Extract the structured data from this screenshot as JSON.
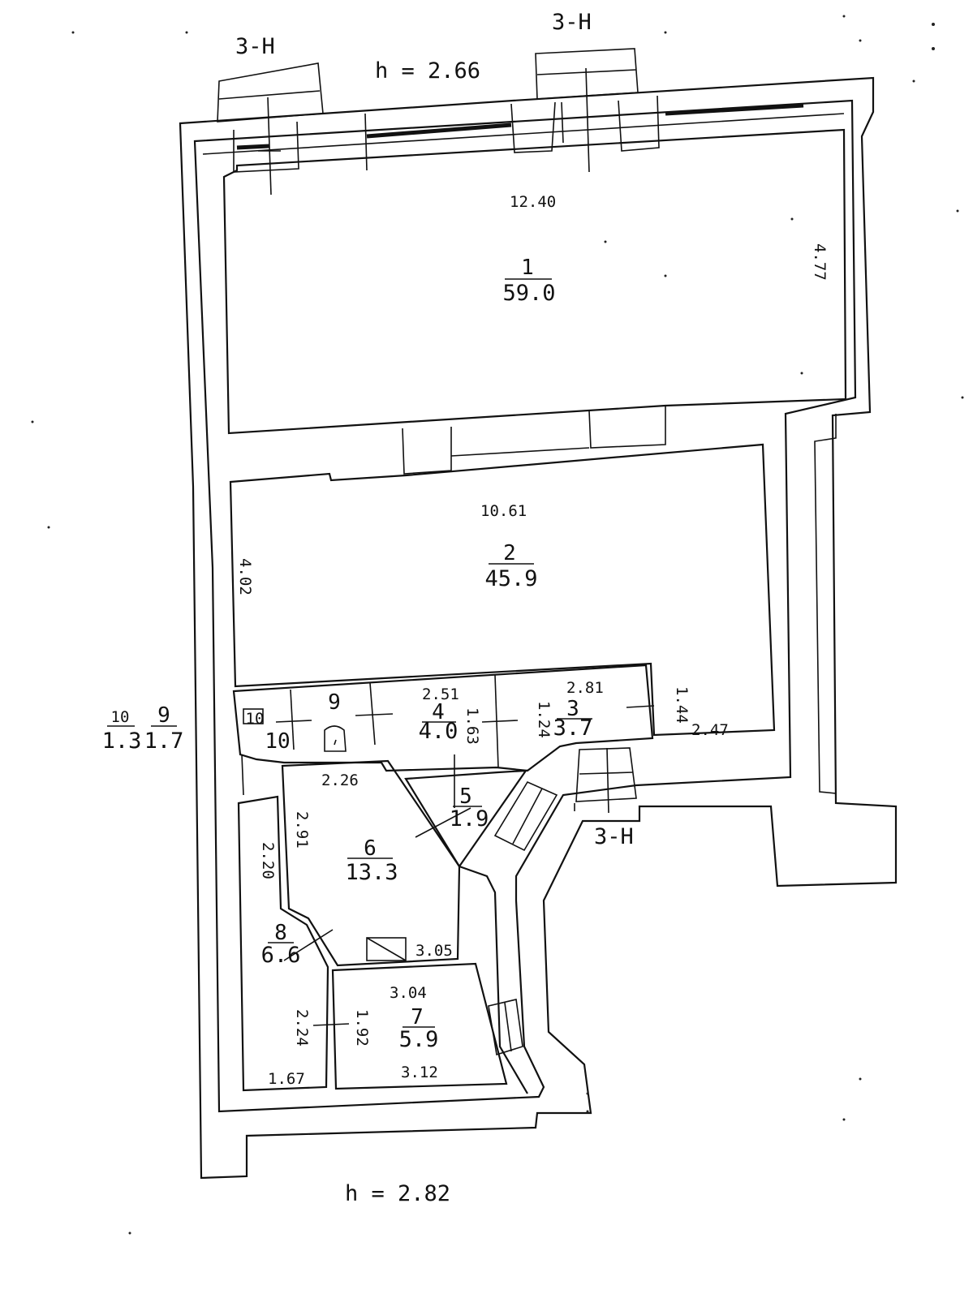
{
  "plan": {
    "heights": {
      "top": "h = 2.66",
      "bottom": "h = 2.82"
    },
    "window_labels": {
      "left": "3-H",
      "center": "3-H",
      "right": "3-H"
    },
    "rooms": [
      {
        "id": "room-1",
        "number": "1",
        "area": "59.0"
      },
      {
        "id": "room-2",
        "number": "2",
        "area": "45.9"
      },
      {
        "id": "room-3",
        "number": "3",
        "area": "3.7"
      },
      {
        "id": "room-4",
        "number": "4",
        "area": "4.0"
      },
      {
        "id": "room-5",
        "number": "5",
        "area": "1.9"
      },
      {
        "id": "room-6",
        "number": "6",
        "area": "13.3"
      },
      {
        "id": "room-7",
        "number": "7",
        "area": "5.9"
      },
      {
        "id": "room-8",
        "number": "8",
        "area": "6.6"
      },
      {
        "id": "room-9",
        "number": "9",
        "area": "1.7"
      },
      {
        "id": "room-10",
        "number": "10",
        "area": "1.3"
      }
    ],
    "dimensions": {
      "d1": "12.40",
      "d2": "4.77",
      "d3": "10.61",
      "d4": "4.02",
      "d5": "2.51",
      "d6": "1.63",
      "d7": "2.81",
      "d8": "1.24",
      "d9": "1.44",
      "d10": "2.47",
      "d11": "2.26",
      "d12": "2.91",
      "d13": "2.20",
      "d14": "3.05",
      "d15": "3.04",
      "d16": "1.92",
      "d17": "2.24",
      "d18": "1.67",
      "d19": "3.12"
    },
    "inline_labels": {
      "room9_tag": "9",
      "room10_tag": "10",
      "room10_small": "10"
    }
  }
}
